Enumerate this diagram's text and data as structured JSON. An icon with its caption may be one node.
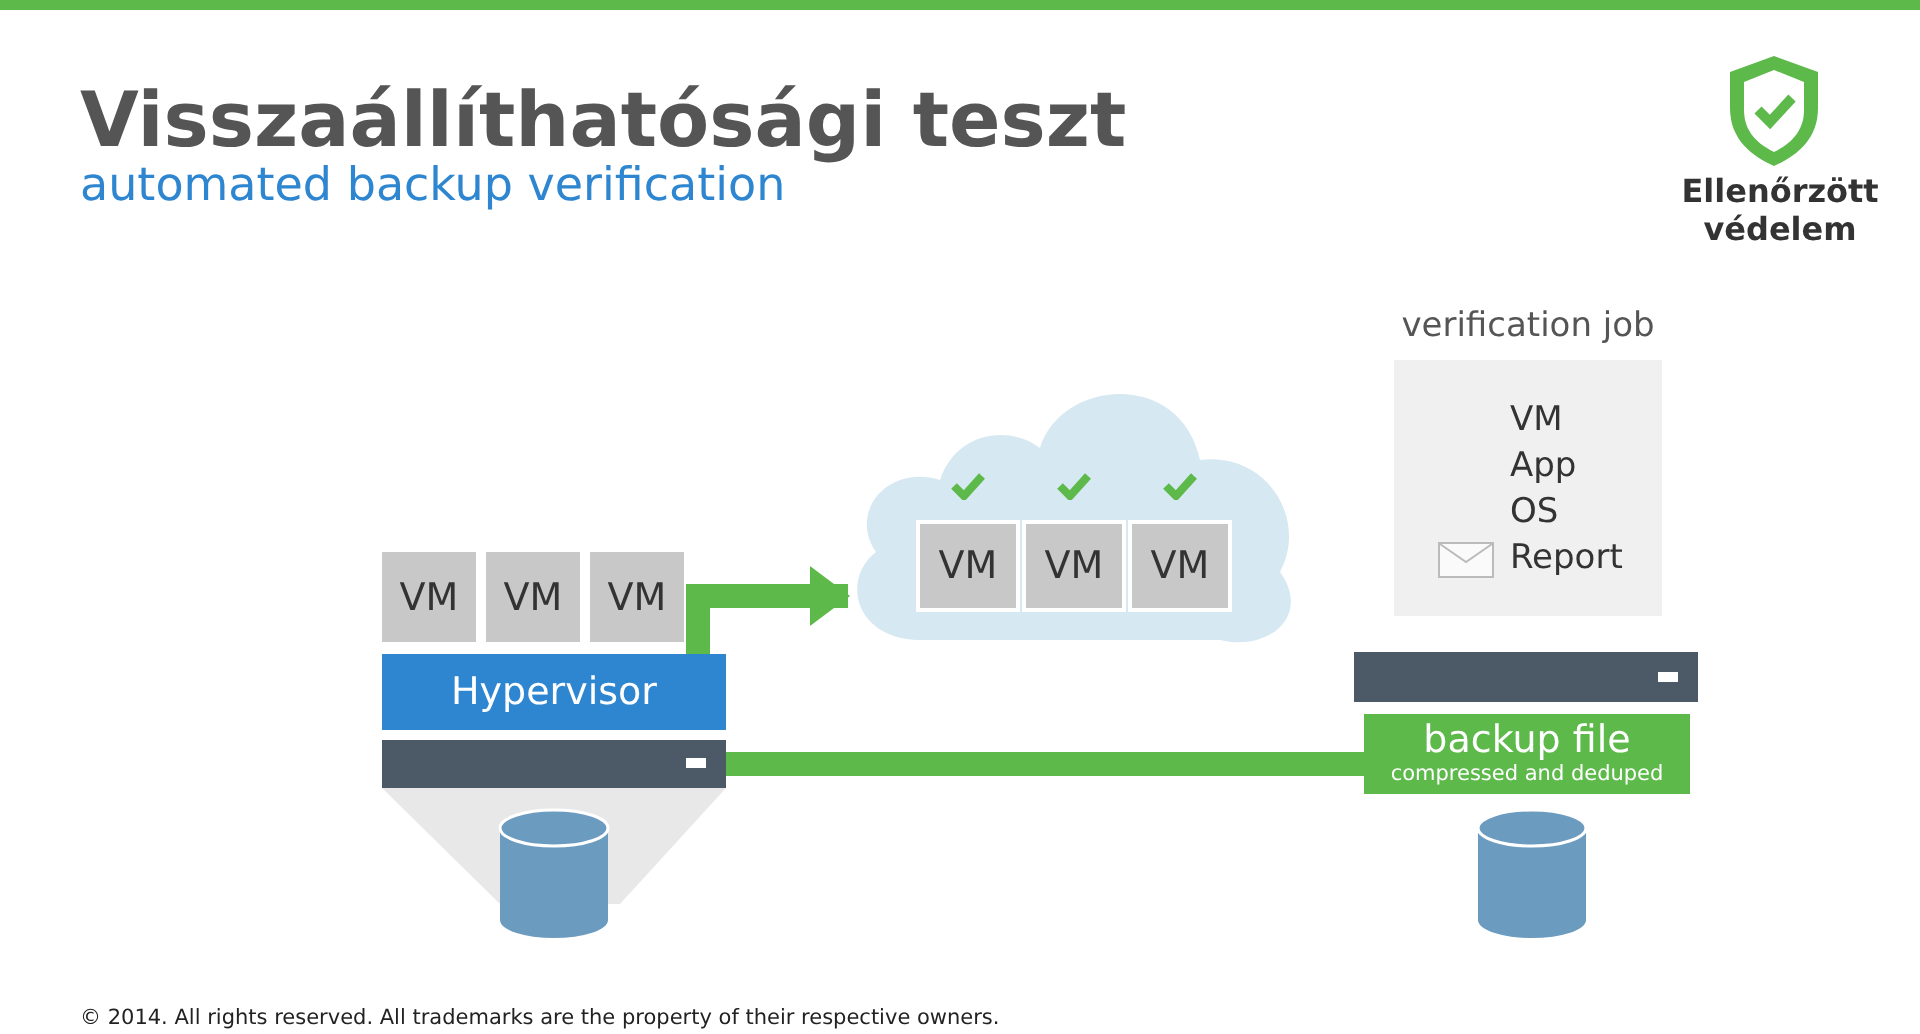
{
  "diagram": {
    "title": "Visszaállíthatósági teszt",
    "nodes": [
      {
        "text": [
          "VM"
        ]
      },
      {
        "text": [
          "VM"
        ]
      },
      {
        "text": [
          "VM"
        ]
      },
      {
        "text": [
          "Hypervisor"
        ]
      },
      {
        "text": [],
        "shape": "box"
      },
      {
        "text": [],
        "shape": "cloud"
      },
      {
        "text": [
          "VM"
        ],
        "in": 5
      },
      {
        "text": [
          "VM"
        ],
        "in": 5
      },
      {
        "text": [
          "VM"
        ],
        "in": 5
      },
      {
        "text": [
          "verification job",
          "VM",
          "App",
          "OS",
          "Report"
        ]
      },
      {
        "text": [],
        "shape": "box"
      },
      {
        "text": [
          "backup file",
          "compressed and deduped"
        ]
      },
      {
        "text": [],
        "shape": "cylinder"
      },
      {
        "text": [],
        "shape": "cylinder"
      },
      {
        "text": [],
        "shape": "trapezoid"
      }
    ],
    "edges": [
      {
        "from": 3,
        "to": 5,
        "arrow": "to"
      },
      {
        "from": 4,
        "to": 11,
        "arrow": "none"
      }
    ],
    "labels": [
      "automated backup verification",
      "Ellenőrzött védelem",
      "© 2014. All rights reserved. All trademarks are the property of their respective owners."
    ]
  }
}
